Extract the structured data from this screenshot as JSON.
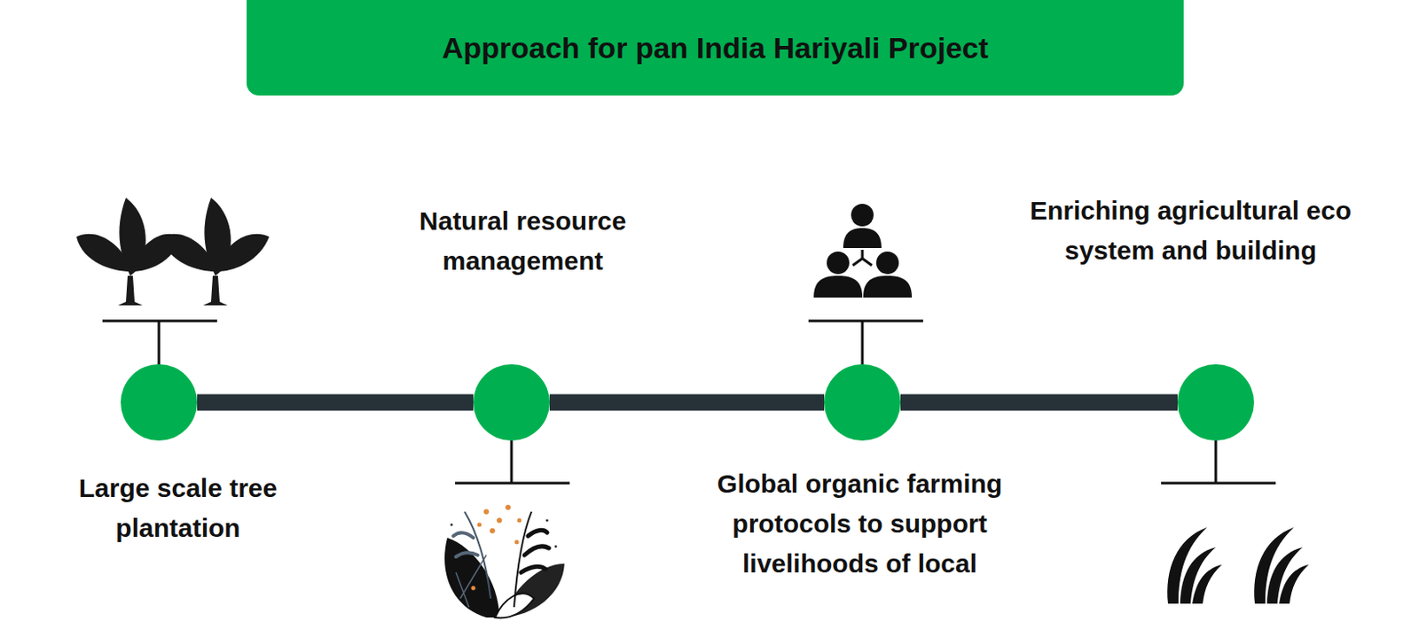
{
  "diagram": {
    "title": "Approach for pan India Hariyali Project",
    "nodes": [
      {
        "text": [
          "Large scale tree plantation"
        ]
      },
      {
        "text": [
          "Natural resource management"
        ]
      },
      {
        "text": [
          "Global organic farming protocols to support livelihoods of local"
        ]
      },
      {
        "text": [
          "Enriching agricultural eco system and building"
        ]
      }
    ],
    "edges": [
      {
        "from": 0,
        "to": 1,
        "arrow": "none"
      },
      {
        "from": 1,
        "to": 2,
        "arrow": "none"
      },
      {
        "from": 2,
        "to": 3,
        "arrow": "none"
      }
    ]
  }
}
